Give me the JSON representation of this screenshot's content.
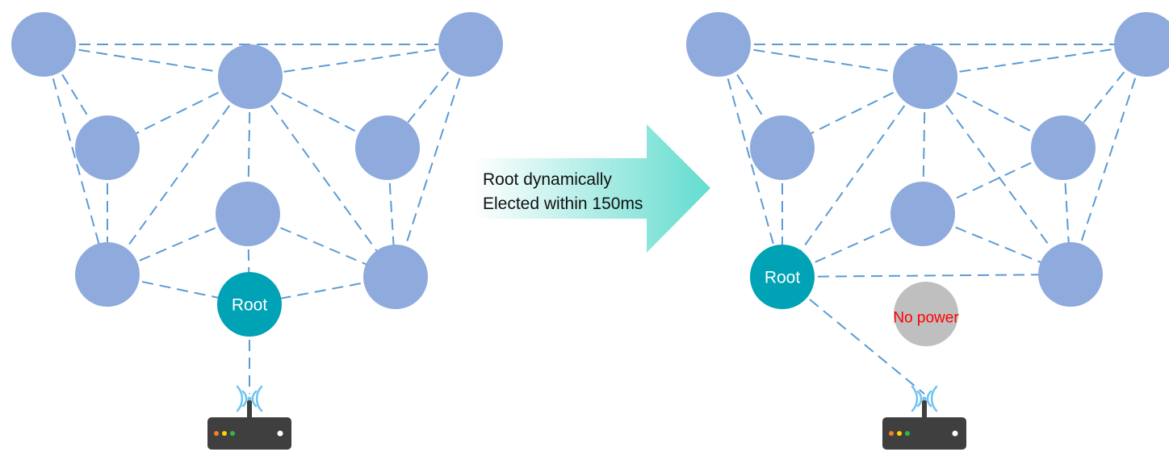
{
  "colors": {
    "node": "#8faadc",
    "root": "#00a2b5",
    "unpowered": "#bfbfbf",
    "edge": "#5b9bd5",
    "alert_text": "#ff0000",
    "root_text": "#ffffff",
    "arrow_start": "#ffffff",
    "arrow_end": "#63dccf",
    "router_body": "#3f3f3f",
    "wifi_signal": "#6fc3f0"
  },
  "arrow": {
    "line1": "Root dynamically",
    "line2": "Elected within 150ms"
  },
  "before": {
    "root_label": "Root",
    "router_icon": "wifi-router-icon"
  },
  "after": {
    "root_label": "Root",
    "unpowered_label": "No power",
    "router_icon": "wifi-router-icon"
  }
}
